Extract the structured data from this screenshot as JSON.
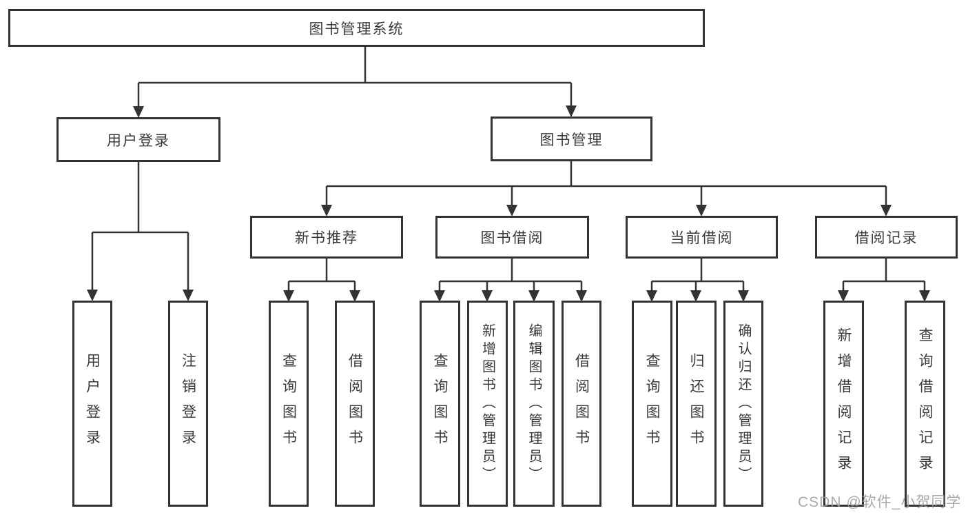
{
  "nodes": {
    "root": {
      "label": "图书管理系统"
    },
    "level2": [
      {
        "label": "用户登录"
      },
      {
        "label": "图书管理"
      }
    ],
    "level3": [
      {
        "label": "新书推荐"
      },
      {
        "label": "图书借阅"
      },
      {
        "label": "当前借阅"
      },
      {
        "label": "借阅记录"
      }
    ],
    "leaves": [
      {
        "label": "用户登录"
      },
      {
        "label": "注销登录"
      },
      {
        "label": "查询图书"
      },
      {
        "label": "借阅图书"
      },
      {
        "label": "查询图书"
      },
      {
        "label": "新增图书（管理员）"
      },
      {
        "label": "编辑图书（管理员）"
      },
      {
        "label": "借阅图书"
      },
      {
        "label": "查询图书"
      },
      {
        "label": "归还图书"
      },
      {
        "label": "确认归还（管理员）"
      },
      {
        "label": "新增借阅记录"
      },
      {
        "label": "查询借阅记录"
      }
    ]
  },
  "watermark": {
    "text": "CSDN @软件_小贺同学"
  },
  "colors": {
    "line": "#333333",
    "box_border": "#333333",
    "text": "#3a3a3a",
    "watermark": "#9b9b9b",
    "background": "#ffffff"
  }
}
